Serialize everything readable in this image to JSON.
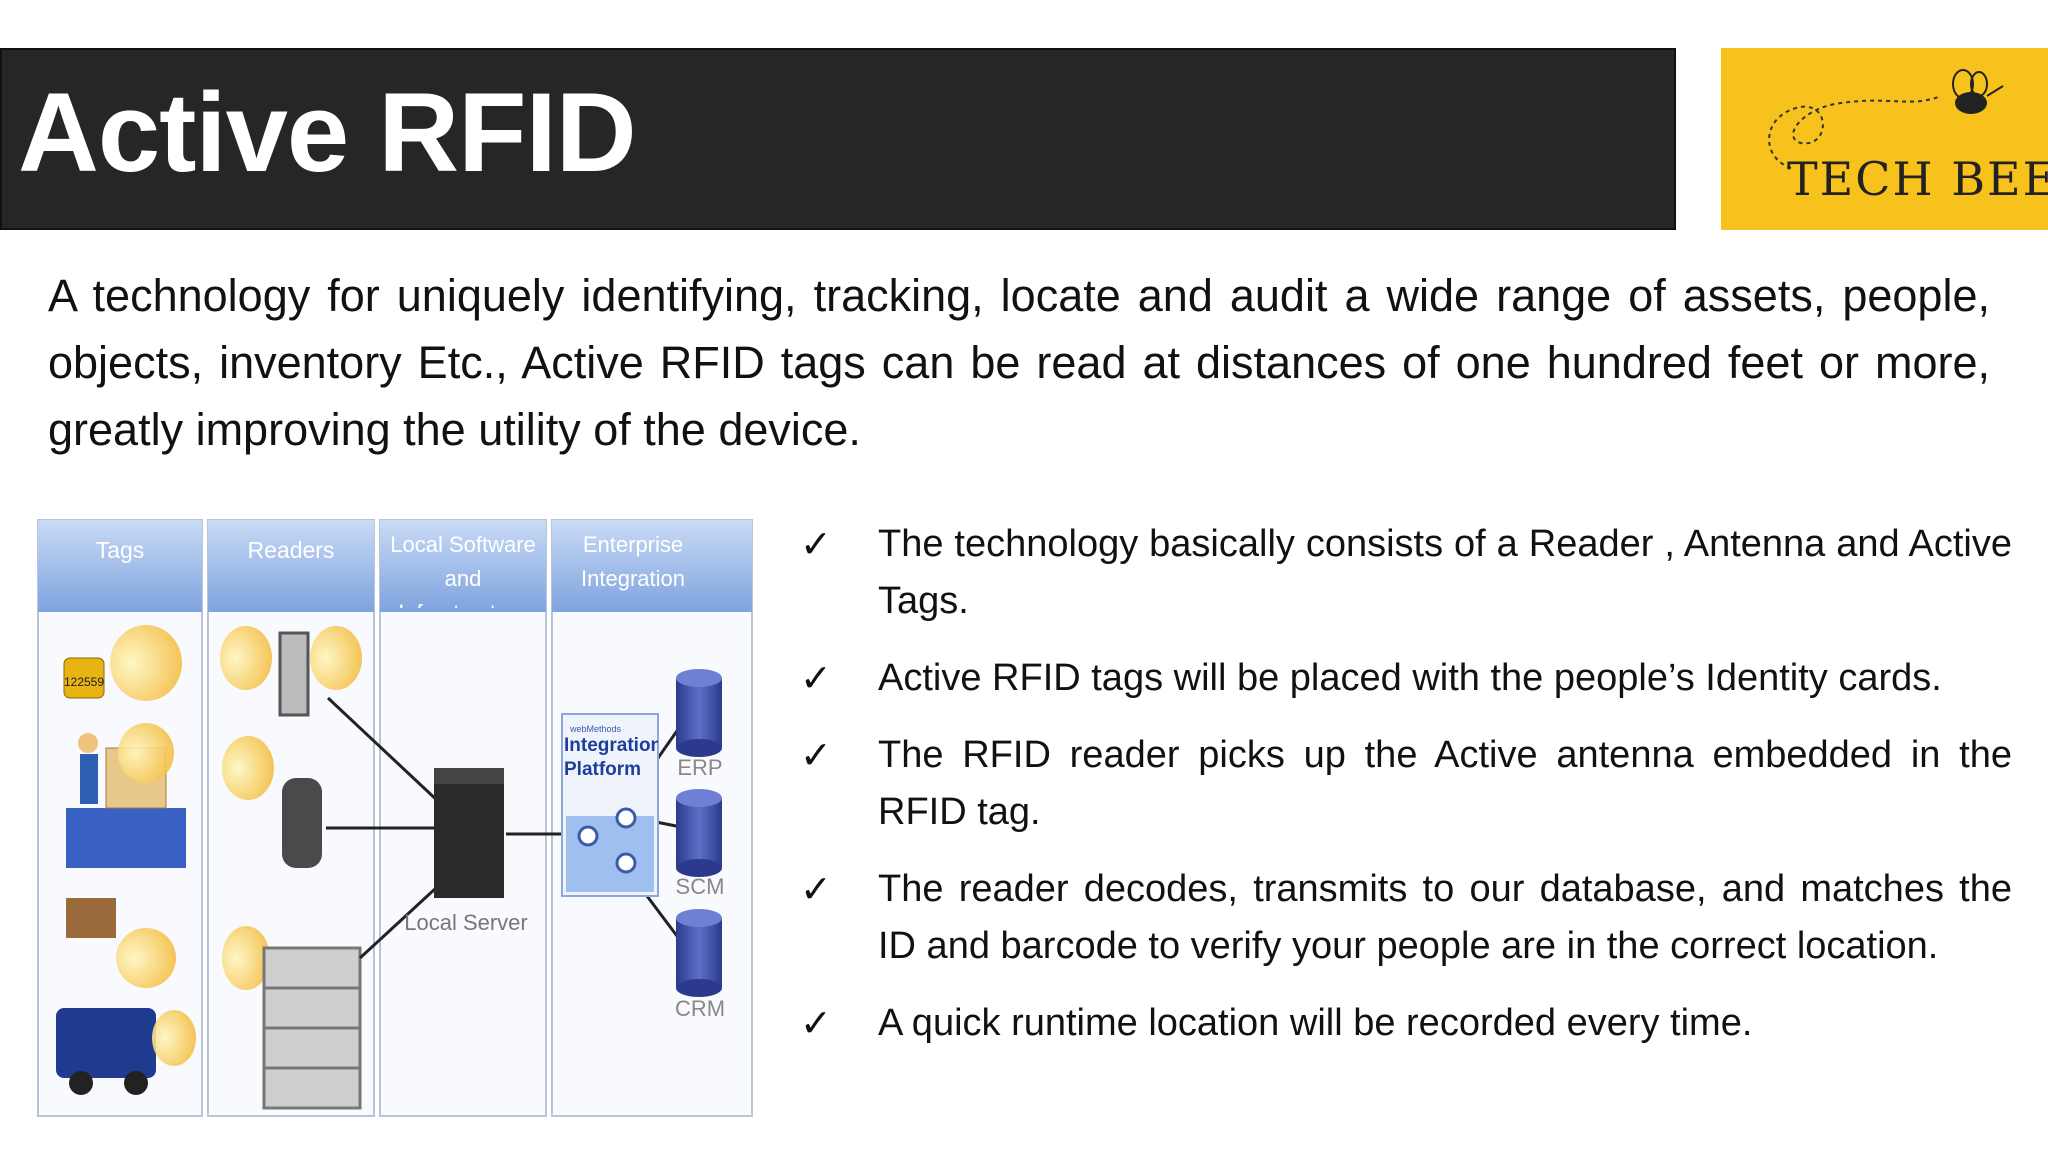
{
  "slide": {
    "title": "Active RFID",
    "logo_text": "TECH BEE",
    "intro": "A technology for uniquely identifying, tracking, locate and audit a wide range of assets, people, objects, inventory Etc., Active RFID tags can be read at distances of one hundred feet or more, greatly improving the utility of the device."
  },
  "diagram": {
    "columns": [
      "Tags",
      "Readers",
      "Local Software and Infrastructure",
      "Enterprise Integration"
    ],
    "tag_number": "122559",
    "server_label": "Local Server",
    "platform_caption": "webMethods",
    "platform_label": "Integration Platform",
    "systems": [
      "ERP",
      "SCM",
      "CRM"
    ]
  },
  "bullets": [
    "The technology basically consists of a Reader , Antenna and Active Tags.",
    "Active RFID tags will be placed with the people’s Identity cards.",
    "The RFID reader picks up the Active antenna embedded in the RFID tag.",
    "The reader decodes, transmits to our database, and matches the ID and barcode to verify your people are in the correct location.",
    "A quick runtime location  will be recorded every time."
  ],
  "colors": {
    "title_bar": "#262626",
    "logo_bg": "#f7c21b",
    "column_header": "#8fb0e4"
  }
}
